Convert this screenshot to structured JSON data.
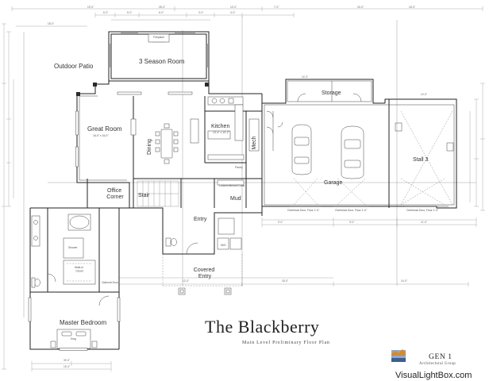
{
  "plan": {
    "title": "The Blackberry",
    "subtitle": "Main Level Preliminary Floor Plan",
    "firm_name": "GEN 1",
    "firm_tagline": "Architectural Group",
    "watermark": "VisualLightBox.com",
    "rooms": {
      "outdoor_patio": "Outdoor Patio",
      "three_season_room": "3 Season Room",
      "great_room": "Great Room",
      "great_room_size": "16-0\" x 16-0\"",
      "dining": "Dining",
      "kitchen": "Kitchen",
      "kitchen_size": "13'-4\" x 10'-2\"",
      "mech": "Mech",
      "pantry": "Pantry",
      "lockers_bench": "Lockers/Bench/Coats",
      "office_corner": "Office\nCorner",
      "stair_left": "Stair",
      "mud": "Mud",
      "entry": "Entry",
      "covered_entry": "Covered\nEntry",
      "storage": "Storage",
      "garage": "Garage",
      "stall_3": "Stall 3",
      "master_bedroom": "Master Bedroom",
      "walk_in_closet": "Walk-in\nCloset",
      "shower": "Shower",
      "garage_door_1": "Overhead Door, Floor 1'-0\"",
      "garage_door_2": "Overhead Door, Floor 1'-0\"",
      "garage_door_3": "Overhead Door, Floor 1'-0\"",
      "fireplace": "Fireplace",
      "optional_door": "Optional Door",
      "king": "King",
      "wd": "W/D"
    }
  }
}
